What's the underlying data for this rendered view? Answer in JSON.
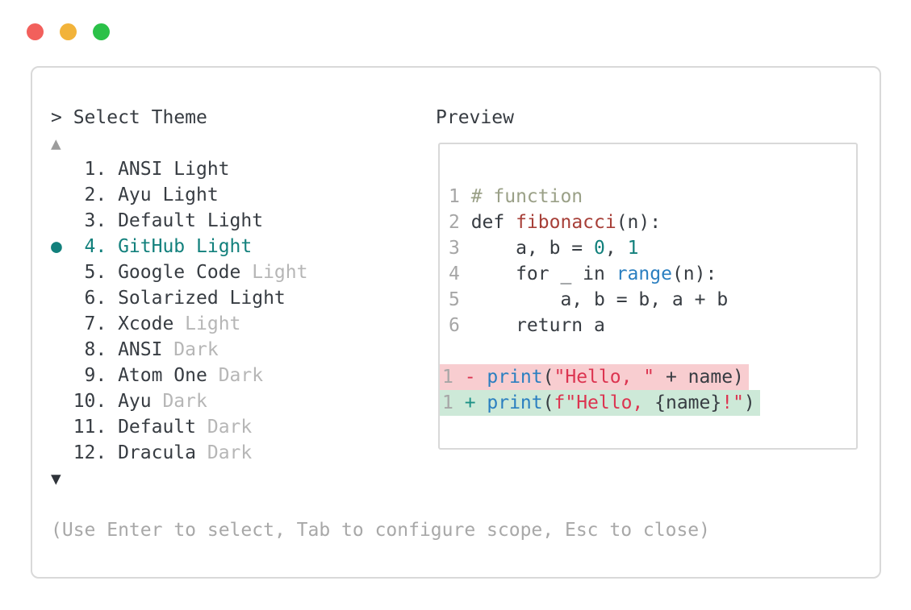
{
  "window": {
    "traffic_lights": [
      {
        "name": "close",
        "color": "#f2605c"
      },
      {
        "name": "minimize",
        "color": "#f2b33a"
      },
      {
        "name": "zoom",
        "color": "#2bc148"
      }
    ]
  },
  "picker": {
    "title": "> Select Theme",
    "scroll_up": "▲",
    "scroll_down": "▼",
    "selected_marker": "●",
    "items": [
      {
        "num": "1.",
        "name": "ANSI",
        "variant": "Light",
        "dim": false,
        "selected": false
      },
      {
        "num": "2.",
        "name": "Ayu",
        "variant": "Light",
        "dim": false,
        "selected": false
      },
      {
        "num": "3.",
        "name": "Default",
        "variant": "Light",
        "dim": false,
        "selected": false
      },
      {
        "num": "4.",
        "name": "GitHub",
        "variant": "Light",
        "dim": false,
        "selected": true
      },
      {
        "num": "5.",
        "name": "Google Code",
        "variant": "Light",
        "dim": true,
        "selected": false
      },
      {
        "num": "6.",
        "name": "Solarized",
        "variant": "Light",
        "dim": false,
        "selected": false
      },
      {
        "num": "7.",
        "name": "Xcode",
        "variant": "Light",
        "dim": true,
        "selected": false
      },
      {
        "num": "8.",
        "name": "ANSI",
        "variant": "Dark",
        "dim": true,
        "selected": false
      },
      {
        "num": "9.",
        "name": "Atom One",
        "variant": "Dark",
        "dim": true,
        "selected": false
      },
      {
        "num": "10.",
        "name": "Ayu",
        "variant": "Dark",
        "dim": true,
        "selected": false
      },
      {
        "num": "11.",
        "name": "Default",
        "variant": "Dark",
        "dim": true,
        "selected": false
      },
      {
        "num": "12.",
        "name": "Dracula",
        "variant": "Dark",
        "dim": true,
        "selected": false
      }
    ],
    "help": "(Use Enter to select, Tab to configure scope, Esc to close)"
  },
  "preview": {
    "label": "Preview",
    "code_lines": [
      {
        "ln": "1",
        "diff": "",
        "tokens": [
          [
            "comment",
            "# function"
          ]
        ]
      },
      {
        "ln": "2",
        "diff": "",
        "tokens": [
          [
            "text",
            "def "
          ],
          [
            "func",
            "fibonacci"
          ],
          [
            "text",
            "(n):"
          ]
        ]
      },
      {
        "ln": "3",
        "diff": "",
        "tokens": [
          [
            "text",
            "    a, b = "
          ],
          [
            "num",
            "0"
          ],
          [
            "text",
            ", "
          ],
          [
            "num",
            "1"
          ]
        ]
      },
      {
        "ln": "4",
        "diff": "",
        "tokens": [
          [
            "text",
            "    for _ in "
          ],
          [
            "builtin",
            "range"
          ],
          [
            "text",
            "(n):"
          ]
        ]
      },
      {
        "ln": "5",
        "diff": "",
        "tokens": [
          [
            "text",
            "        a, b = b, a + b"
          ]
        ]
      },
      {
        "ln": "6",
        "diff": "",
        "tokens": [
          [
            "text",
            "    return a"
          ]
        ]
      },
      {
        "ln": "",
        "diff": "",
        "tokens": []
      },
      {
        "ln": "1",
        "diff": "removed",
        "tokens": [
          [
            "sign-del",
            "- "
          ],
          [
            "builtin",
            "print"
          ],
          [
            "text",
            "("
          ],
          [
            "str",
            "\"Hello, \""
          ],
          [
            "text",
            " + name)"
          ]
        ]
      },
      {
        "ln": "1",
        "diff": "added",
        "tokens": [
          [
            "sign-add",
            "+ "
          ],
          [
            "builtin",
            "print"
          ],
          [
            "text",
            "("
          ],
          [
            "str",
            "f\"Hello, "
          ],
          [
            "text",
            "{name}"
          ],
          [
            "str",
            "!\""
          ],
          [
            "text",
            ")"
          ]
        ]
      }
    ]
  }
}
